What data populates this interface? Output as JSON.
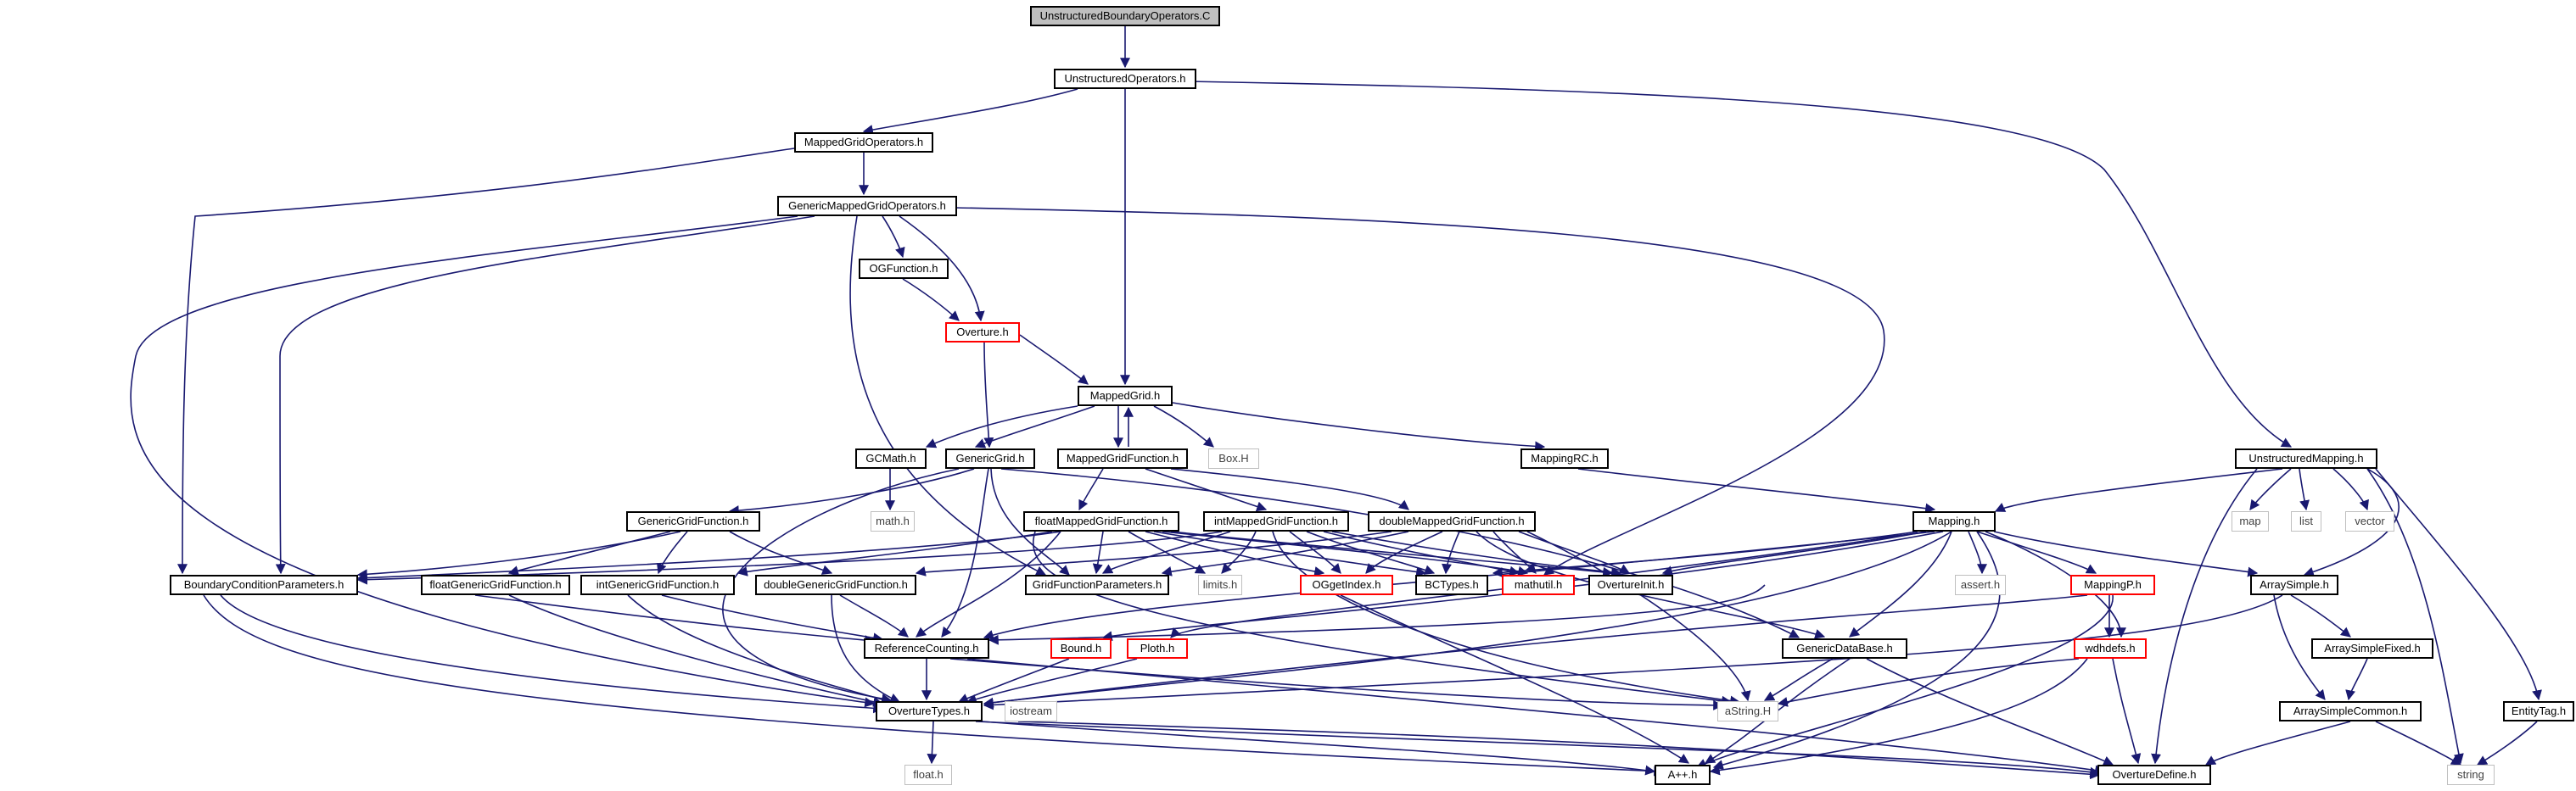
{
  "nodes": {
    "root": "UnstructuredBoundaryOperators.C",
    "unstructuredOperators": "UnstructuredOperators.h",
    "mappedGridOperators": "MappedGridOperators.h",
    "genericMappedGridOperators": "GenericMappedGridOperators.h",
    "ogFunction": "OGFunction.h",
    "overture": "Overture.h",
    "mappedGrid": "MappedGrid.h",
    "gcMath": "GCMath.h",
    "genericGrid": "GenericGrid.h",
    "mappedGridFunction": "MappedGridFunction.h",
    "boxH": "Box.H",
    "mappingRC": "MappingRC.h",
    "unstructuredMapping": "UnstructuredMapping.h",
    "mathH": "math.h",
    "genericGridFunction": "GenericGridFunction.h",
    "floatMappedGridFunction": "floatMappedGridFunction.h",
    "intMappedGridFunction": "intMappedGridFunction.h",
    "doubleMappedGridFunction": "doubleMappedGridFunction.h",
    "mapping": "Mapping.h",
    "map": "map",
    "list": "list",
    "vector": "vector",
    "boundaryConditionParameters": "BoundaryConditionParameters.h",
    "floatGenericGridFunction": "floatGenericGridFunction.h",
    "intGenericGridFunction": "intGenericGridFunction.h",
    "doubleGenericGridFunction": "doubleGenericGridFunction.h",
    "gridFunctionParameters": "GridFunctionParameters.h",
    "limits": "limits.h",
    "oGgetIndex": "OGgetIndex.h",
    "bcTypes": "BCTypes.h",
    "mathutil": "mathutil.h",
    "overtureInit": "OvertureInit.h",
    "assert": "assert.h",
    "mappingP": "MappingP.h",
    "arraySimple": "ArraySimple.h",
    "referenceCounting": "ReferenceCounting.h",
    "bound": "Bound.h",
    "ploth": "Ploth.h",
    "genericDataBase": "GenericDataBase.h",
    "wdhdefs": "wdhdefs.h",
    "arraySimpleFixed": "ArraySimpleFixed.h",
    "overtureTypes": "OvertureTypes.h",
    "iostream": "iostream",
    "aString": "aString.H",
    "arraySimpleCommon": "ArraySimpleCommon.h",
    "entityTag": "EntityTag.h",
    "floatH": "float.h",
    "aPlusPlus": "A++.h",
    "overtureDefine": "OvertureDefine.h",
    "string": "string"
  },
  "colors": {
    "edge": "#191970",
    "root_fill": "#bfbfbf",
    "node_border": "#000000",
    "truncated_border": "#ff0000",
    "system_border": "#bfbfbf"
  }
}
